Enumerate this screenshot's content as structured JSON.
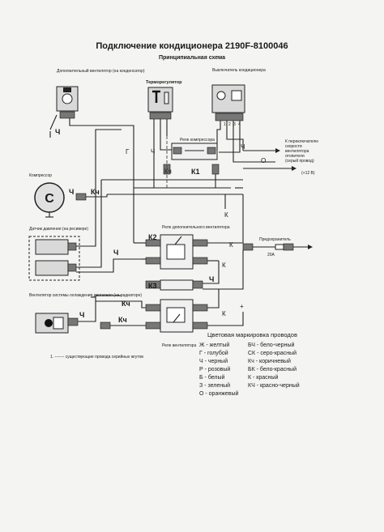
{
  "title": "Подключение кондиционера 2190F-8100046",
  "subtitle": "Принципиальная схема",
  "components": {
    "aux_fan": "Дополнительный вентилятор (на конденсатор)",
    "thermostat": "Терморегулятор",
    "ac_switch": "Выключатель кондиционера",
    "switch_pins": [
      "1",
      "2",
      "3",
      "4"
    ],
    "compressor_relay": "Реле компрессора",
    "compressor": "Компрессор",
    "compressor_symbol": "С",
    "pressure_sensor": "Датчик давления (на ресивере)",
    "engine_fan": "Вентилятор системы охлаждения двигателя (на радиаторе)",
    "aux_fan_relay": "Реле дополнительного вентилятора",
    "fuse": "Предохранитель",
    "fuse_rating": "20А",
    "fan_relay": "Реле вентилятора",
    "heater_switch_note": "К переключателю скорости вентилятора отопителя (серый провод)",
    "plus12": "(+12 В)"
  },
  "relay_labels": {
    "k1": "К1",
    "k2": "К2",
    "k3": "К3"
  },
  "wire_labels": {
    "g": "Г",
    "ch": "Ч",
    "kch": "Кч",
    "k": "К",
    "o": "О",
    "b": "Б",
    "plus": "+"
  },
  "note": "1. ------- существующие провода серийных жгутов",
  "legend": {
    "heading": "Цветовая маркировка проводов",
    "left": [
      "Ж - желтый",
      "Г - голубой",
      "Ч - черный",
      "Р - розовый",
      "Б - белый",
      "З - зеленый",
      "О - оранжевый"
    ],
    "right": [
      "БЧ - бело-черный",
      "СК - серо-красный",
      "Кч - коричневый",
      "БК - бело-красный",
      "К - красный",
      "КЧ - красно-черный"
    ]
  }
}
